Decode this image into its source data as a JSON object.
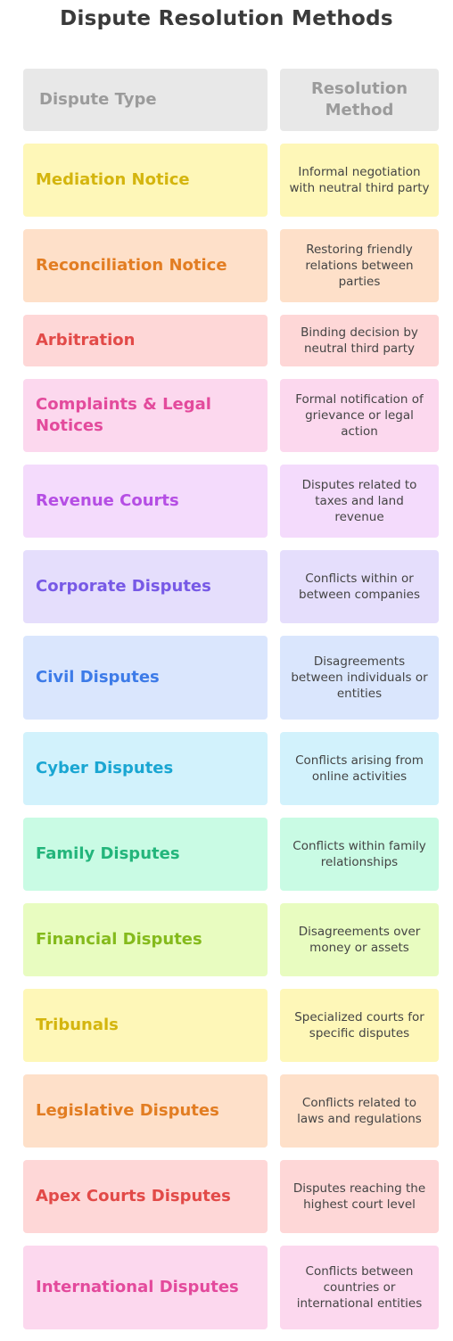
{
  "title": "Dispute Resolution Methods",
  "header": {
    "type": "Dispute Type",
    "method": "Resolution Method",
    "bg": "#e8e8e8"
  },
  "rows": [
    {
      "type": "Mediation Notice",
      "method": "Informal negotiation with neutral third party",
      "bg": "#fef7b8",
      "color": "#d4b50e"
    },
    {
      "type": "Reconciliation Notice",
      "method": "Restoring friendly relations between parties",
      "bg": "#fee0c9",
      "color": "#e27d22"
    },
    {
      "type": "Arbitration",
      "method": "Binding decision by neutral third party",
      "bg": "#fed7d7",
      "color": "#e24a48"
    },
    {
      "type": "Complaints & Legal Notices",
      "method": "Formal notification of grievance or legal action",
      "bg": "#fcd8ee",
      "color": "#e34a9c"
    },
    {
      "type": "Revenue Courts",
      "method": "Disputes related to taxes and land revenue",
      "bg": "#f4dbfc",
      "color": "#b54ee4"
    },
    {
      "type": "Corporate Disputes",
      "method": "Conflicts within or between companies",
      "bg": "#e5defc",
      "color": "#7759e6"
    },
    {
      "type": "Civil Disputes",
      "method": "Disagreements between individuals or entities",
      "bg": "#dae6fd",
      "color": "#3d7be8"
    },
    {
      "type": "Cyber Disputes",
      "method": "Conflicts arising from online activities",
      "bg": "#d2f2fc",
      "color": "#1aa6d2"
    },
    {
      "type": "Family Disputes",
      "method": "Conflicts within family relationships",
      "bg": "#c9fbe4",
      "color": "#23b57b"
    },
    {
      "type": "Financial Disputes",
      "method": "Disagreements over money or assets",
      "bg": "#e8fcc0",
      "color": "#84ba1c"
    },
    {
      "type": "Tribunals",
      "method": "Specialized courts for specific disputes",
      "bg": "#fef7b8",
      "color": "#d4b50e"
    },
    {
      "type": "Legislative Disputes",
      "method": "Conflicts related to laws and regulations",
      "bg": "#fee0c9",
      "color": "#e27d22"
    },
    {
      "type": "Apex Courts Disputes",
      "method": "Disputes reaching the highest court level",
      "bg": "#fed7d7",
      "color": "#e24a48"
    },
    {
      "type": "International Disputes",
      "method": "Conflicts between countries or international entities",
      "bg": "#fcd8ee",
      "color": "#e34a9c"
    }
  ]
}
